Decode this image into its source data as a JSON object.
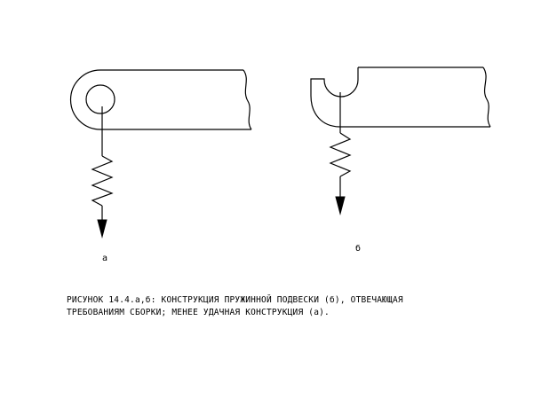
{
  "figure": {
    "label_a": "а",
    "label_b": "б"
  },
  "caption": {
    "line1": "РИСУНОК 14.4.а,б: КОНСТРУКЦИЯ ПРУЖИННОЙ ПОДВЕСКИ (б), ОТВЕЧАЮЩАЯ",
    "line2": "ТРЕБОВАНИЯМ СБОРКИ; МЕНЕЕ УДАЧНАЯ КОНСТРУКЦИЯ (а)."
  }
}
